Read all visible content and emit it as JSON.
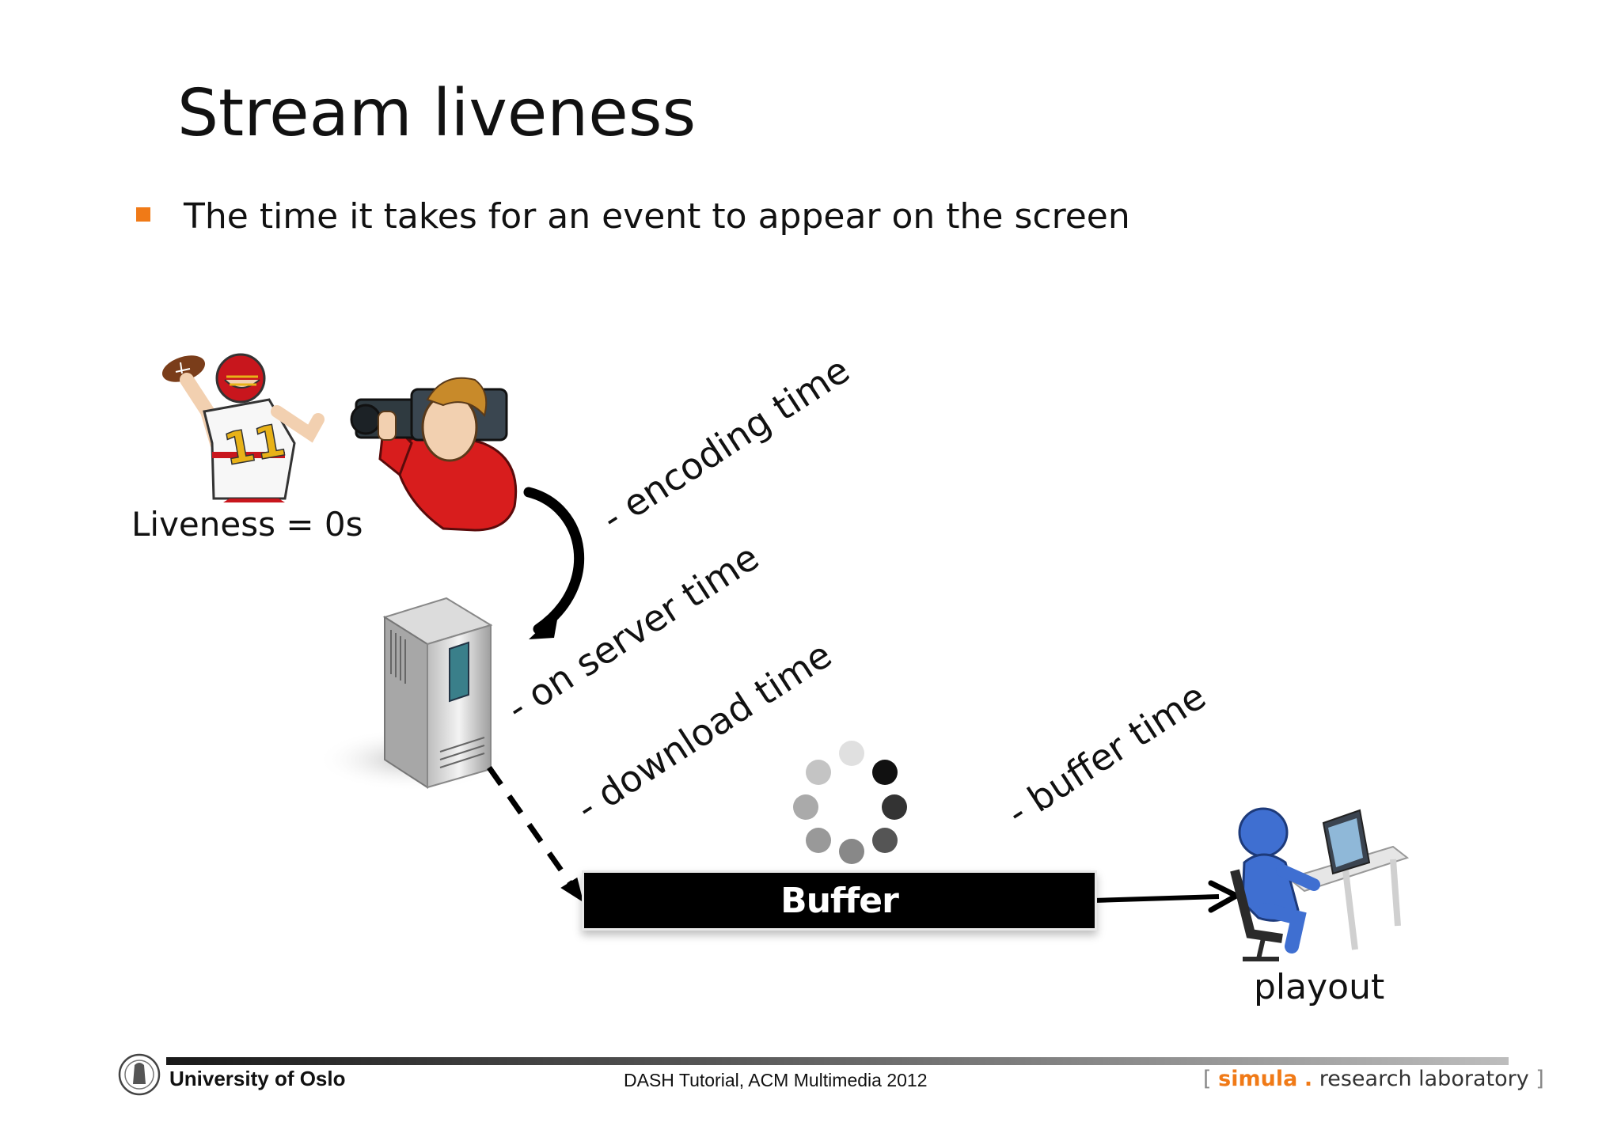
{
  "title": "Stream liveness",
  "bullet": "The time it takes for an event to appear on the screen",
  "liveness_label": "Liveness = 0s",
  "steps": {
    "encoding": "- encoding time",
    "server": "- on server time",
    "download": "- download time",
    "buffer": "- buffer time"
  },
  "buffer_label": "Buffer",
  "playout_label": "playout",
  "footer": {
    "university": "University of Oslo",
    "center": "DASH Tutorial, ACM Multimedia 2012",
    "simula_open": "[",
    "simula_name": "simula",
    "simula_dot": ".",
    "simula_rest": "research laboratory",
    "simula_close": "]"
  },
  "colors": {
    "accent": "#f07a17",
    "football_red": "#c8161d",
    "camera_red": "#d81d1d",
    "person_blue": "#3f6fd1"
  },
  "icons": [
    "football-player-icon",
    "cameraman-icon",
    "server-icon",
    "loading-spinner-icon",
    "computer-user-icon",
    "university-seal-icon"
  ]
}
